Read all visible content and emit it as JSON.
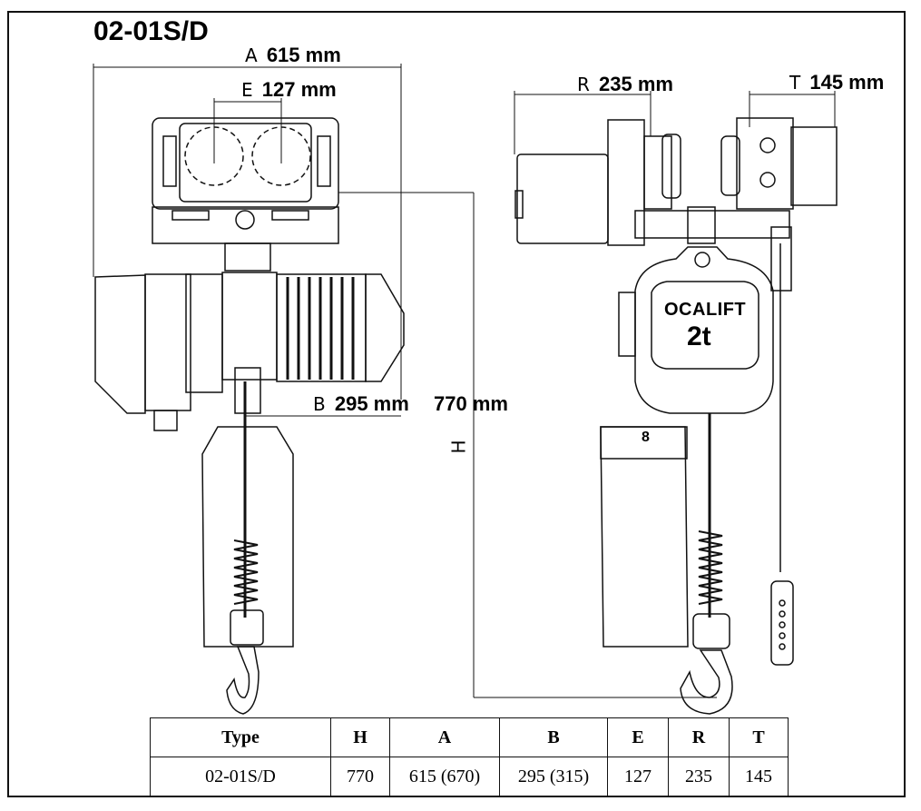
{
  "model": "02-01S/D",
  "dimensions": {
    "A": {
      "letter": "A",
      "value": "615 mm"
    },
    "E": {
      "letter": "E",
      "value": "127 mm"
    },
    "B": {
      "letter": "B",
      "value": "295 mm"
    },
    "H": {
      "letter": "H",
      "value": "770 mm"
    },
    "R": {
      "letter": "R",
      "value": "235 mm"
    },
    "T": {
      "letter": "T",
      "value": "145 mm"
    }
  },
  "hoist_label": {
    "brand": "OCALIFT",
    "capacity": "2t",
    "chain_box_mark": "8"
  },
  "spec_table": {
    "headers": [
      "Type",
      "H",
      "A",
      "B",
      "E",
      "R",
      "T"
    ],
    "row": [
      "02-01S/D",
      "770",
      "615 (670)",
      "295 (315)",
      "127",
      "235",
      "145"
    ]
  }
}
